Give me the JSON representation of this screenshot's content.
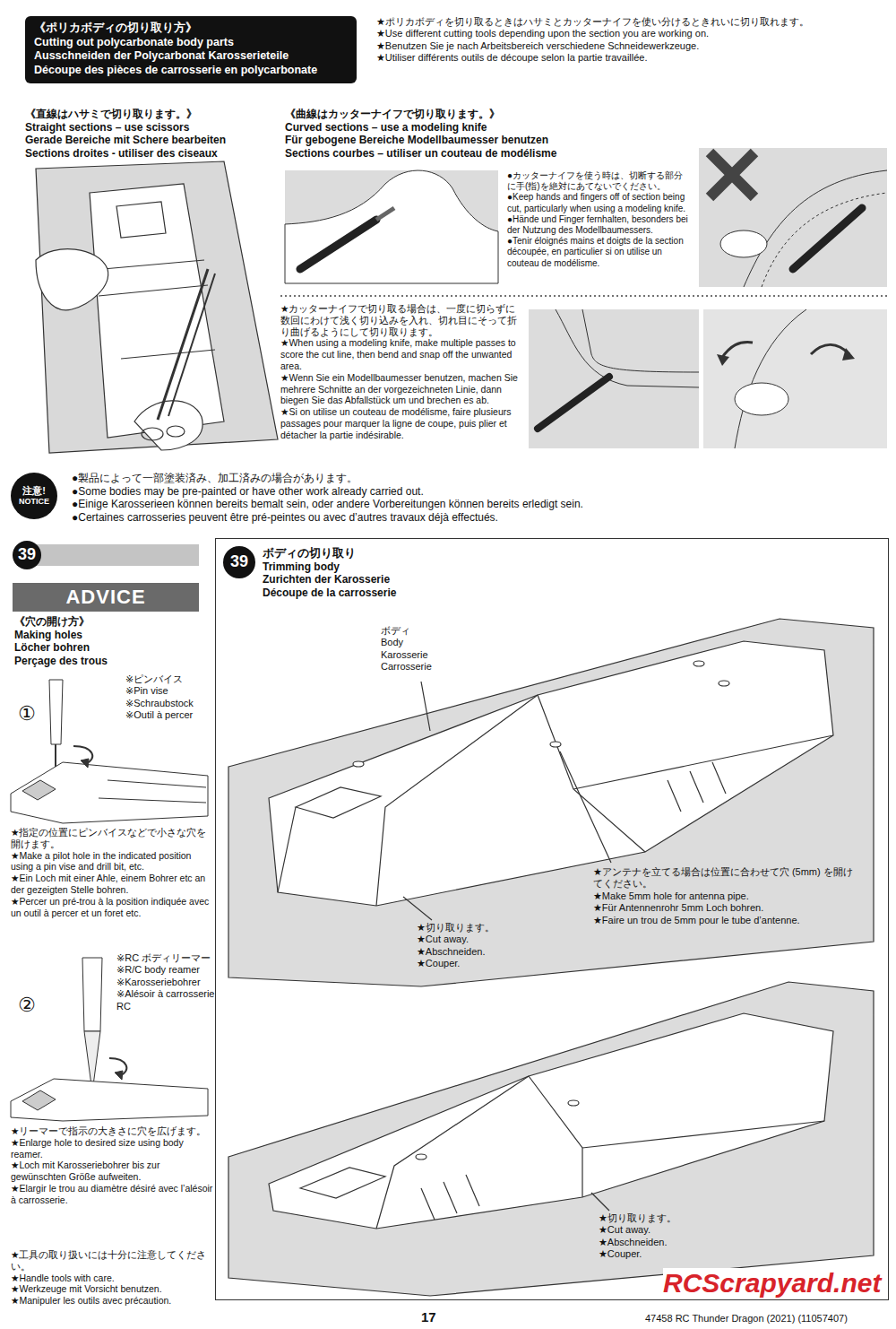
{
  "diagram": {
    "nodes": [
      {
        "text": [
          "《ポリカボディの切り取り方》",
          "Cutting out polycarbonate body parts",
          "Ausschneiden der Polycarbonat Karosserieteile",
          "Découpe des pièces de carrosserie en polycarbonate"
        ]
      },
      {
        "text": [
          "注意!",
          "NOTICE"
        ]
      },
      {
        "text": [
          "39"
        ]
      },
      {
        "text": [
          "ADVICE"
        ]
      },
      {
        "text": [
          "ボディの切り取り",
          "Trimming body",
          "Zurichten der Karosserie",
          "Découpe de la carrosserie"
        ]
      },
      {
        "text": [
          "39"
        ],
        "in": 4
      }
    ],
    "labels": [
      "★ポリカボディを切り取るときはハサミとカッターナイフを使い分けるときれいに切り取れます。",
      "★Use different cutting tools depending upon the section you are working on.",
      "★Benutzen Sie je nach Arbeitsbereich verschiedene Schneidewerkzeuge.",
      "★Utiliser différents outils de découpe selon la partie travaillée.",
      "《直線はハサミで切り取ります。》",
      "Straight sections – use scissors",
      "Gerade Bereiche mit Schere bearbeiten",
      "Sections droites - utiliser des ciseaux",
      "《曲線はカッターナイフで切り取ります。》",
      "Curved sections – use a modeling knife",
      "Für gebogene Bereiche Modellbaumesser benutzen",
      "Sections courbes – utiliser un couteau de modélisme",
      "●カッターナイフを使う時は、切断する部分に手(指)を絶対にあてないでください。",
      "●Keep hands and fingers off of section being cut, particularly when using a modeling knife.",
      "●Hände und Finger fernhalten, besonders bei der Nutzung des Modellbaumessers.",
      "●Tenir éloignés mains et doigts de la section découpée, en particulier si on utilise un couteau de modélisme.",
      "★カッターナイフで切り取る場合は、一度に切らずに数回にわけて浅く切り込みを入れ、切れ目にそって折り曲げるようにして切り取ります。",
      "★When using a modeling knife, make multiple passes to score the cut line, then bend and snap off the unwanted area.",
      "★Wenn Sie ein Modellbaumesser benutzen, machen Sie mehrere Schnitte an der vorgezeichneten Linie, dann biegen Sie das Abfallstück um und brechen es ab.",
      "★Si on utilise un couteau de modélisme, faire plusieurs passages pour marquer la ligne de coupe, puis plier et détacher la partie indésirable.",
      "●製品によって一部塗装済み、加工済みの場合があります。",
      "●Some bodies may be pre-painted or have other work already carried out.",
      "●Einige Karosserieen können bereits bemalt sein, oder andere Vorbereitungen können bereits erledigt sein.",
      "●Certaines carrosseries peuvent être pré-peintes ou avec d’autres travaux déjà effectués.",
      "《穴の開け方》",
      "Making holes",
      "Löcher bohren",
      "Perçage des trous",
      "①",
      "※ピンバイス",
      "※Pin vise",
      "※Schraubstock",
      "※Outil à percer",
      "★指定の位置にピンバイスなどで小さな穴を開けます。",
      "★Make a pilot hole in the indicated position using a pin vise and drill bit, etc.",
      "★Ein Loch mit einer Ahle, einem Bohrer etc an der gezeigten Stelle bohren.",
      "★Percer un pré-trou à la position indiquée avec un outil à percer et un foret etc.",
      "②",
      "※RC ボディリーマー",
      "※R/C body reamer",
      "※Karosseriebohrer",
      "※Alésoir à carrosserie RC",
      "★リーマーで指示の大きさに穴を広げます。",
      "★Enlarge hole to desired size using body reamer.",
      "★Loch mit Karosseriebohrer bis zur gewünschten Größe aufweiten.",
      "★Elargir le trou au diamètre désiré avec l’alésoir à carrosserie.",
      "★工具の取り扱いには十分に注意してください。",
      "★Handle tools with care.",
      "★Werkzeuge mit Vorsicht benutzen.",
      "★Manipuler les outils avec précaution.",
      "ボディ",
      "Body",
      "Karosserie",
      "Carrosserie",
      "★アンテナを立てる場合は位置に合わせて穴 (5mm) を開けてください。",
      "★Make 5mm hole for antenna pipe.",
      "★Für Antennenrohr 5mm Loch bohren.",
      "★Faire un trou de 5mm pour le tube d’antenne.",
      "★切り取ります。",
      "★Cut away.",
      "★Abschneiden.",
      "★Couper.",
      "★切り取ります。",
      "★Cut away.",
      "★Abschneiden.",
      "★Couper.",
      "17",
      "47458 RC Thunder Dragon (2021) (11057407)",
      "RCScrapyard.net"
    ]
  }
}
